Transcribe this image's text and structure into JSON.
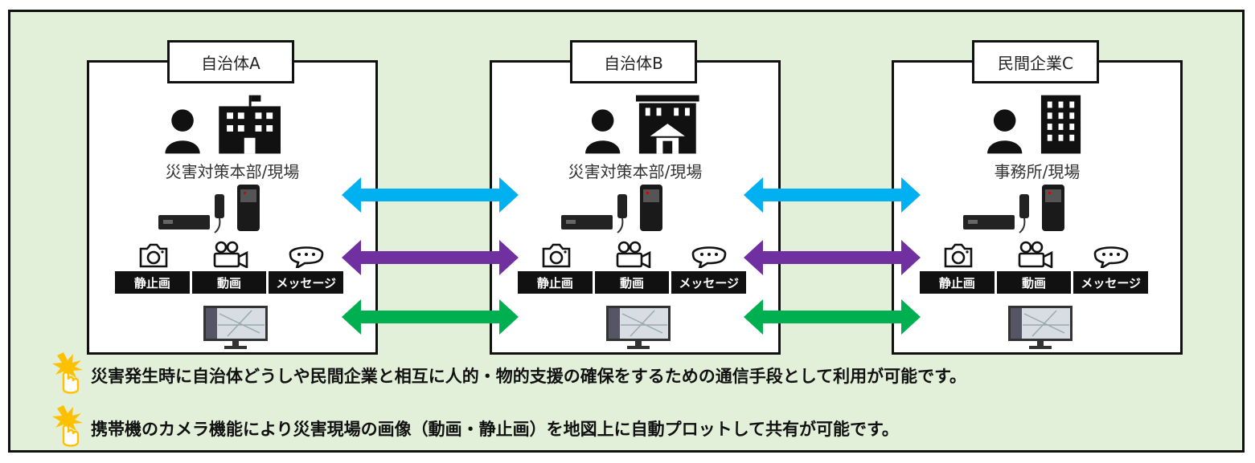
{
  "organizations": [
    {
      "label": "自治体A",
      "role": "災害対策本部/現場",
      "building": "city-hall-flag-icon"
    },
    {
      "label": "自治体B",
      "role": "災害対策本部/現場",
      "building": "city-hall-icon"
    },
    {
      "label": "民間企業C",
      "role": "事務所/現場",
      "building": "office-building-icon"
    }
  ],
  "functions": {
    "photo": "静止画",
    "video": "動画",
    "message": "メッセージ"
  },
  "colors": {
    "photo_arrow": "#00b0f0",
    "video_arrow": "#7030a0",
    "map_arrow": "#00b050",
    "background": "#e2efd9"
  },
  "notes": [
    "災害発生時に自治体どうしや民間企業と相互に人的・物的支援の確保をするための通信手段として利用が可能です。",
    "携帯機のカメラ機能により災害現場の画像（動画・静止画）を地図上に自動プロットして共有が可能です。"
  ]
}
